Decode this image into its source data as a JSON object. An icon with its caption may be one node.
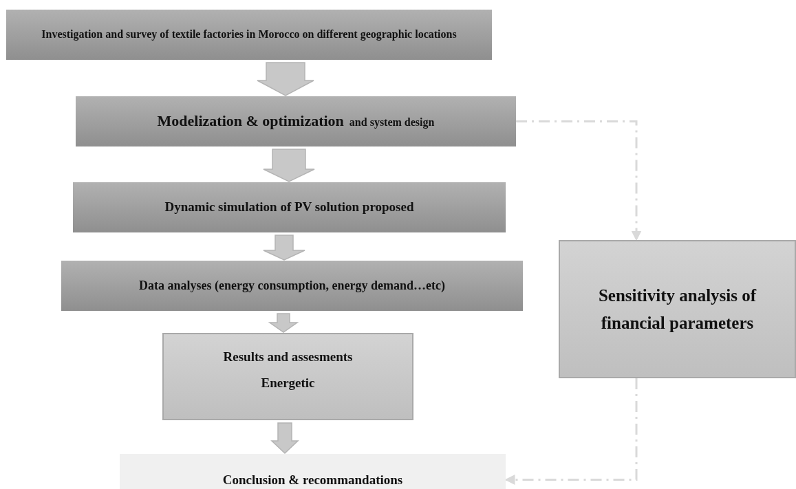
{
  "diagram": {
    "nodes": [
      {
        "text": [
          "Investigation and survey of textile factories in Morocco on different geographic locations"
        ]
      },
      {
        "text": [
          "Modelization & optimization",
          "and system design"
        ]
      },
      {
        "text": [
          "Dynamic simulation of PV solution proposed"
        ]
      },
      {
        "text": [
          "Data analyses (energy consumption, energy demand…etc)"
        ]
      },
      {
        "text": [
          "Results and assesments",
          "Energetic"
        ]
      },
      {
        "text": [
          "Conclusion & recommandations"
        ]
      },
      {
        "text": [
          "Sensitivity analysis of financial parameters"
        ]
      }
    ],
    "edges": [
      {
        "from": 0,
        "to": 1,
        "arrow": "to"
      },
      {
        "from": 1,
        "to": 2,
        "arrow": "to"
      },
      {
        "from": 2,
        "to": 3,
        "arrow": "to"
      },
      {
        "from": 3,
        "to": 4,
        "arrow": "to"
      },
      {
        "from": 4,
        "to": 5,
        "arrow": "to"
      },
      {
        "from": 1,
        "to": 6,
        "arrow": "to",
        "style": "dashed",
        "color": "#d9d9d9"
      },
      {
        "from": 6,
        "to": 5,
        "arrow": "to",
        "style": "dashed",
        "color": "#d9d9d9"
      }
    ]
  }
}
